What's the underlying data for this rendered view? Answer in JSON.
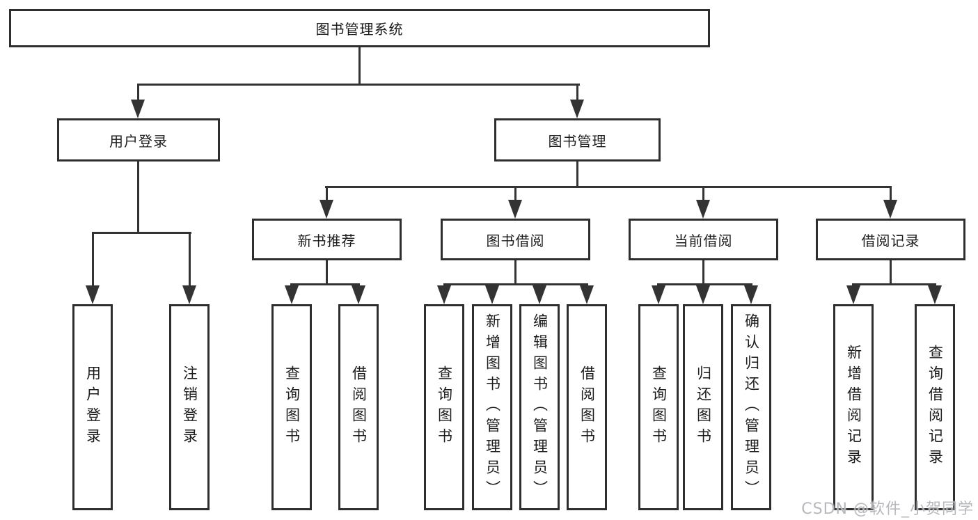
{
  "diagram_title": "图书管理系统",
  "nodes": {
    "root": {
      "label": "图书管理系统"
    },
    "user_login": {
      "label": "用户登录"
    },
    "book_mgmt": {
      "label": "图书管理"
    },
    "new_books": {
      "label": "新书推荐"
    },
    "book_borrow": {
      "label": "图书借阅"
    },
    "current_borrow": {
      "label": "当前借阅"
    },
    "borrow_records": {
      "label": "借阅记录"
    },
    "leaf_user_login": {
      "label": "用户登录"
    },
    "leaf_logout": {
      "label": "注销登录"
    },
    "leaf_nb_query": {
      "label": "查询图书"
    },
    "leaf_nb_borrow": {
      "label": "借阅图书"
    },
    "leaf_bb_query": {
      "label": "查询图书"
    },
    "leaf_bb_add": {
      "label": "新增图书（管理员）"
    },
    "leaf_bb_edit": {
      "label": "编辑图书（管理员）"
    },
    "leaf_bb_borrow": {
      "label": "借阅图书"
    },
    "leaf_cb_query": {
      "label": "查询图书"
    },
    "leaf_cb_return": {
      "label": "归还图书"
    },
    "leaf_cb_confirm": {
      "label": "确认归还（管理员）"
    },
    "leaf_br_add": {
      "label": "新增借阅记录"
    },
    "leaf_br_query": {
      "label": "查询借阅记录"
    }
  },
  "watermark": "CSDN @软件_小贺同学",
  "colors": {
    "line": "#333333",
    "box_border": "#2e2e2e",
    "text": "#1c1c1c",
    "watermark": "#afb0b5",
    "background": "#ffffff"
  }
}
